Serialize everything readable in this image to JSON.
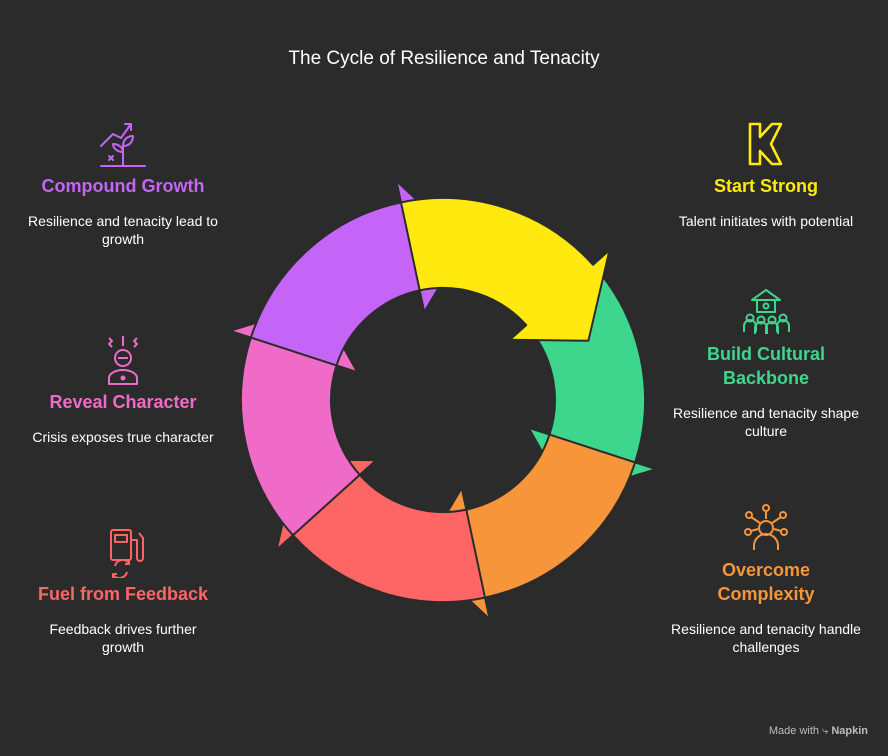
{
  "title": "The Cycle of Resilience and Tenacity",
  "steps": [
    {
      "label": "Start Strong",
      "description": "Talent initiates with potential",
      "color": "#ffe90f",
      "icon": "k-letter-icon"
    },
    {
      "label": "Build Cultural Backbone",
      "description": "Resilience and tenacity shape culture",
      "color": "#3dd68c",
      "icon": "community-house-icon"
    },
    {
      "label": "Overcome Complexity",
      "description": "Resilience and tenacity handle challenges",
      "color": "#f6953a",
      "icon": "person-ideas-icon"
    },
    {
      "label": "Fuel from Feedback",
      "description": "Feedback drives further growth",
      "color": "#fe6565",
      "icon": "fuel-pump-icon"
    },
    {
      "label": "Reveal Character",
      "description": "Crisis exposes true character",
      "color": "#f06bc7",
      "icon": "stressed-person-icon"
    },
    {
      "label": "Compound Growth",
      "description": "Resilience and tenacity lead to growth",
      "color": "#c465f7",
      "icon": "growth-plant-icon"
    }
  ],
  "footer": {
    "prefix": "Made with",
    "brand": "Napkin"
  }
}
